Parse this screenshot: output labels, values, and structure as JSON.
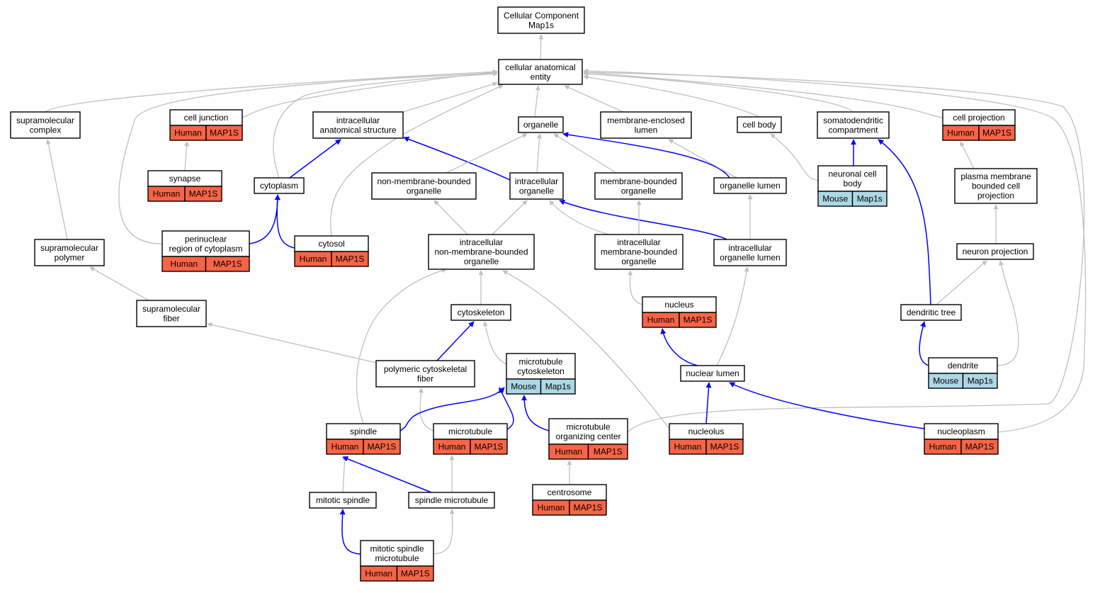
{
  "nodes": {
    "root": {
      "lines": [
        "Cellular Component",
        "Map1s"
      ]
    },
    "cae": {
      "lines": [
        "cellular anatomical",
        "entity"
      ]
    },
    "supramolecular_complex": {
      "lines": [
        "supramolecular",
        "complex"
      ]
    },
    "cell_junction": {
      "lines": [
        "cell junction"
      ],
      "species": "Human",
      "gene": "MAP1S"
    },
    "intracellular_anatomical_structure": {
      "lines": [
        "intracellular",
        "anatomical structure"
      ]
    },
    "organelle": {
      "lines": [
        "organelle"
      ]
    },
    "membrane_enclosed_lumen": {
      "lines": [
        "membrane-enclosed",
        "lumen"
      ]
    },
    "cell_body": {
      "lines": [
        "cell body"
      ]
    },
    "somatodendritic_compartment": {
      "lines": [
        "somatodendritic",
        "compartment"
      ]
    },
    "cell_projection": {
      "lines": [
        "cell projection"
      ],
      "species": "Human",
      "gene": "MAP1S"
    },
    "synapse": {
      "lines": [
        "synapse"
      ],
      "species": "Human",
      "gene": "MAP1S"
    },
    "cytoplasm": {
      "lines": [
        "cytoplasm"
      ]
    },
    "non_membrane_bounded_organelle": {
      "lines": [
        "non-membrane-bounded",
        "organelle"
      ]
    },
    "intracellular_organelle": {
      "lines": [
        "intracellular",
        "organelle"
      ]
    },
    "membrane_bounded_organelle": {
      "lines": [
        "membrane-bounded",
        "organelle"
      ]
    },
    "organelle_lumen": {
      "lines": [
        "organelle lumen"
      ]
    },
    "neuronal_cell_body": {
      "lines": [
        "neuronal cell",
        "body"
      ],
      "species": "Mouse",
      "gene": "Map1s"
    },
    "plasma_membrane_bounded_cell_projection": {
      "lines": [
        "plasma membrane",
        "bounded cell",
        "projection"
      ]
    },
    "supramolecular_polymer": {
      "lines": [
        "supramolecular",
        "polymer"
      ]
    },
    "perinuclear_region": {
      "lines": [
        "perinuclear",
        "region of cytoplasm"
      ],
      "species": "Human",
      "gene": "MAP1S"
    },
    "cytosol": {
      "lines": [
        "cytosol"
      ],
      "species": "Human",
      "gene": "MAP1S"
    },
    "intracellular_nmbo": {
      "lines": [
        "intracellular",
        "non-membrane-bounded",
        "organelle"
      ]
    },
    "intracellular_mbo": {
      "lines": [
        "intracellular",
        "membrane-bounded",
        "organelle"
      ]
    },
    "intracellular_organelle_lumen": {
      "lines": [
        "intracellular",
        "organelle lumen"
      ]
    },
    "neuron_projection": {
      "lines": [
        "neuron projection"
      ]
    },
    "supramolecular_fiber": {
      "lines": [
        "supramolecular",
        "fiber"
      ]
    },
    "cytoskeleton": {
      "lines": [
        "cytoskeleton"
      ]
    },
    "nucleus": {
      "lines": [
        "nucleus"
      ],
      "species": "Human",
      "gene": "MAP1S"
    },
    "dendritic_tree": {
      "lines": [
        "dendritic tree"
      ]
    },
    "polymeric_cytoskeletal_fiber": {
      "lines": [
        "polymeric cytoskeletal",
        "fiber"
      ]
    },
    "microtubule_cytoskeleton": {
      "lines": [
        "microtubule",
        "cytoskeleton"
      ],
      "species": "Mouse",
      "gene": "Map1s"
    },
    "nuclear_lumen": {
      "lines": [
        "nuclear lumen"
      ]
    },
    "dendrite": {
      "lines": [
        "dendrite"
      ],
      "species": "Mouse",
      "gene": "Map1s"
    },
    "spindle": {
      "lines": [
        "spindle"
      ],
      "species": "Human",
      "gene": "MAP1S"
    },
    "microtubule": {
      "lines": [
        "microtubule"
      ],
      "species": "Human",
      "gene": "MAP1S"
    },
    "mtoc": {
      "lines": [
        "microtubule",
        "organizing center"
      ],
      "species": "Human",
      "gene": "MAP1S"
    },
    "nucleolus": {
      "lines": [
        "nucleolus"
      ],
      "species": "Human",
      "gene": "MAP1S"
    },
    "nucleoplasm": {
      "lines": [
        "nucleoplasm"
      ],
      "species": "Human",
      "gene": "MAP1S"
    },
    "centrosome": {
      "lines": [
        "centrosome"
      ],
      "species": "Human",
      "gene": "MAP1S"
    },
    "mitotic_spindle": {
      "lines": [
        "mitotic spindle"
      ]
    },
    "spindle_microtubule": {
      "lines": [
        "spindle microtubule"
      ]
    },
    "mitotic_spindle_microtubule": {
      "lines": [
        "mitotic spindle",
        "microtubule"
      ],
      "species": "Human",
      "gene": "MAP1S"
    }
  },
  "edges": [
    {
      "from": "cae",
      "to": "root",
      "type": "is_a"
    },
    {
      "from": "supramolecular_complex",
      "to": "cae",
      "type": "is_a"
    },
    {
      "from": "cell_junction",
      "to": "cae",
      "type": "is_a"
    },
    {
      "from": "intracellular_anatomical_structure",
      "to": "cae",
      "type": "is_a"
    },
    {
      "from": "organelle",
      "to": "cae",
      "type": "is_a"
    },
    {
      "from": "membrane_enclosed_lumen",
      "to": "cae",
      "type": "is_a"
    },
    {
      "from": "cell_body",
      "to": "cae",
      "type": "is_a"
    },
    {
      "from": "somatodendritic_compartment",
      "to": "cae",
      "type": "is_a"
    },
    {
      "from": "cell_projection",
      "to": "cae",
      "type": "is_a"
    },
    {
      "from": "cytoplasm",
      "to": "cae",
      "type": "is_a"
    },
    {
      "from": "perinuclear_region",
      "to": "cae",
      "type": "is_a"
    },
    {
      "from": "cytosol",
      "to": "cae",
      "type": "is_a"
    },
    {
      "from": "mtoc",
      "to": "cae",
      "type": "is_a"
    },
    {
      "from": "nucleoplasm",
      "to": "cae",
      "type": "is_a"
    },
    {
      "from": "synapse",
      "to": "cell_junction",
      "type": "is_a"
    },
    {
      "from": "cytoplasm",
      "to": "intracellular_anatomical_structure",
      "type": "part_of"
    },
    {
      "from": "intracellular_organelle",
      "to": "intracellular_anatomical_structure",
      "type": "part_of"
    },
    {
      "from": "non_membrane_bounded_organelle",
      "to": "organelle",
      "type": "is_a"
    },
    {
      "from": "intracellular_organelle",
      "to": "organelle",
      "type": "is_a"
    },
    {
      "from": "membrane_bounded_organelle",
      "to": "organelle",
      "type": "is_a"
    },
    {
      "from": "organelle_lumen",
      "to": "organelle",
      "type": "part_of"
    },
    {
      "from": "organelle_lumen",
      "to": "membrane_enclosed_lumen",
      "type": "is_a"
    },
    {
      "from": "neuronal_cell_body",
      "to": "cell_body",
      "type": "is_a"
    },
    {
      "from": "neuronal_cell_body",
      "to": "somatodendritic_compartment",
      "type": "part_of"
    },
    {
      "from": "dendritic_tree",
      "to": "somatodendritic_compartment",
      "type": "part_of"
    },
    {
      "from": "plasma_membrane_bounded_cell_projection",
      "to": "cell_projection",
      "type": "is_a"
    },
    {
      "from": "supramolecular_polymer",
      "to": "supramolecular_complex",
      "type": "is_a"
    },
    {
      "from": "perinuclear_region",
      "to": "cytoplasm",
      "type": "part_of"
    },
    {
      "from": "cytosol",
      "to": "cytoplasm",
      "type": "part_of"
    },
    {
      "from": "intracellular_nmbo",
      "to": "non_membrane_bounded_organelle",
      "type": "is_a"
    },
    {
      "from": "intracellular_nmbo",
      "to": "intracellular_organelle",
      "type": "is_a"
    },
    {
      "from": "intracellular_mbo",
      "to": "intracellular_organelle",
      "type": "is_a"
    },
    {
      "from": "intracellular_organelle_lumen",
      "to": "intracellular_organelle",
      "type": "part_of"
    },
    {
      "from": "intracellular_mbo",
      "to": "membrane_bounded_organelle",
      "type": "is_a"
    },
    {
      "from": "intracellular_organelle_lumen",
      "to": "organelle_lumen",
      "type": "is_a"
    },
    {
      "from": "neuron_projection",
      "to": "plasma_membrane_bounded_cell_projection",
      "type": "is_a"
    },
    {
      "from": "supramolecular_fiber",
      "to": "supramolecular_polymer",
      "type": "is_a"
    },
    {
      "from": "cytoskeleton",
      "to": "intracellular_nmbo",
      "type": "is_a"
    },
    {
      "from": "spindle",
      "to": "intracellular_nmbo",
      "type": "is_a"
    },
    {
      "from": "nucleolus",
      "to": "intracellular_nmbo",
      "type": "is_a"
    },
    {
      "from": "nucleus",
      "to": "intracellular_mbo",
      "type": "is_a"
    },
    {
      "from": "nuclear_lumen",
      "to": "intracellular_organelle_lumen",
      "type": "is_a"
    },
    {
      "from": "dendritic_tree",
      "to": "neuron_projection",
      "type": "is_a"
    },
    {
      "from": "dendrite",
      "to": "neuron_projection",
      "type": "is_a"
    },
    {
      "from": "polymeric_cytoskeletal_fiber",
      "to": "supramolecular_fiber",
      "type": "is_a"
    },
    {
      "from": "polymeric_cytoskeletal_fiber",
      "to": "cytoskeleton",
      "type": "part_of"
    },
    {
      "from": "microtubule_cytoskeleton",
      "to": "cytoskeleton",
      "type": "is_a"
    },
    {
      "from": "nuclear_lumen",
      "to": "nucleus",
      "type": "part_of"
    },
    {
      "from": "dendrite",
      "to": "dendritic_tree",
      "type": "part_of"
    },
    {
      "from": "microtubule",
      "to": "polymeric_cytoskeletal_fiber",
      "type": "is_a"
    },
    {
      "from": "spindle",
      "to": "microtubule_cytoskeleton",
      "type": "part_of"
    },
    {
      "from": "microtubule",
      "to": "microtubule_cytoskeleton",
      "type": "part_of"
    },
    {
      "from": "mtoc",
      "to": "microtubule_cytoskeleton",
      "type": "part_of"
    },
    {
      "from": "nucleolus",
      "to": "nuclear_lumen",
      "type": "part_of"
    },
    {
      "from": "nucleoplasm",
      "to": "nuclear_lumen",
      "type": "part_of"
    },
    {
      "from": "centrosome",
      "to": "mtoc",
      "type": "is_a"
    },
    {
      "from": "mitotic_spindle",
      "to": "spindle",
      "type": "is_a"
    },
    {
      "from": "spindle_microtubule",
      "to": "spindle",
      "type": "part_of"
    },
    {
      "from": "spindle_microtubule",
      "to": "microtubule",
      "type": "is_a"
    },
    {
      "from": "mitotic_spindle_microtubule",
      "to": "mitotic_spindle",
      "type": "part_of"
    },
    {
      "from": "mitotic_spindle_microtubule",
      "to": "spindle_microtubule",
      "type": "is_a"
    }
  ],
  "colors": {
    "human": "#f96446",
    "mouse": "#add8e6",
    "is_a_edge": "#c0c0c0",
    "part_of_edge": "#0000ff"
  }
}
